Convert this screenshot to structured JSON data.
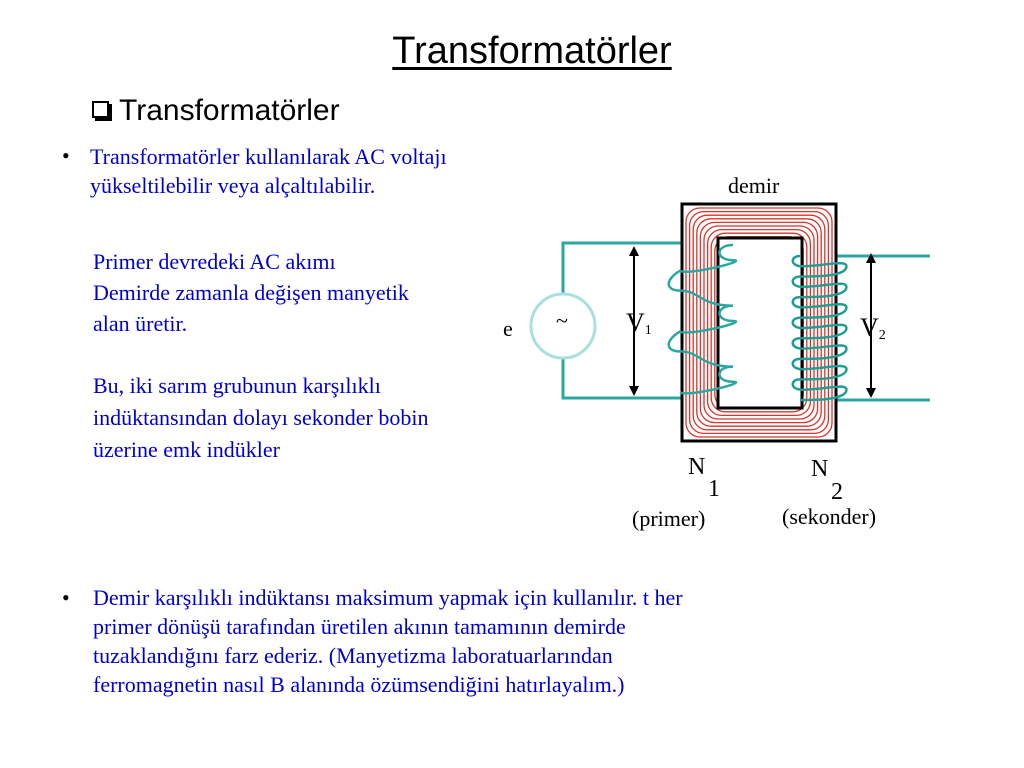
{
  "title": "Transformatörler",
  "subtitle": "Transformatörler",
  "bullet1": [
    "Transformatörler kullanılarak AC voltajı",
    "yükseltilebilir veya alçaltılabilir."
  ],
  "paragraph_primer": [
    "Primer devredeki AC akımı",
    "Demirde zamanla değişen manyetik",
    "alan üretir."
  ],
  "paragraph_induction": [
    "Bu, iki sarım grubunun karşılıklı",
    "indüktansından dolayı sekonder bobin",
    "üzerine emk indükler"
  ],
  "bullet2": [
    "Demir  karşılıklı indüktansı maksimum yapmak için kullanılır. t her",
    "primer dönüşü tarafından üretilen akının tamamının demirde",
    "tuzaklandığını farz ederiz.  (Manyetizma laboratuarlarından",
    "ferromagnetin nasıl B alanında özümsendiğini hatırlayalım.)"
  ],
  "diagram": {
    "core_label": "demir",
    "source_label": "e",
    "source_symbol": "~",
    "v1": {
      "letter": "V",
      "sub": "1"
    },
    "v2": {
      "letter": "V",
      "sub": "2"
    },
    "n1": {
      "letter": "N",
      "sub": "1",
      "caption": "(primer)"
    },
    "n2": {
      "letter": "N",
      "sub": "2",
      "caption": "(sekonder)"
    },
    "colors": {
      "wire": "#2aa7a0",
      "coil_primary": "#2aa7a0",
      "coil_secondary": "#1f9e94",
      "winding": "#d9342b",
      "source_circle": "#a8e0dc",
      "text_blue": "#0000cc"
    }
  }
}
